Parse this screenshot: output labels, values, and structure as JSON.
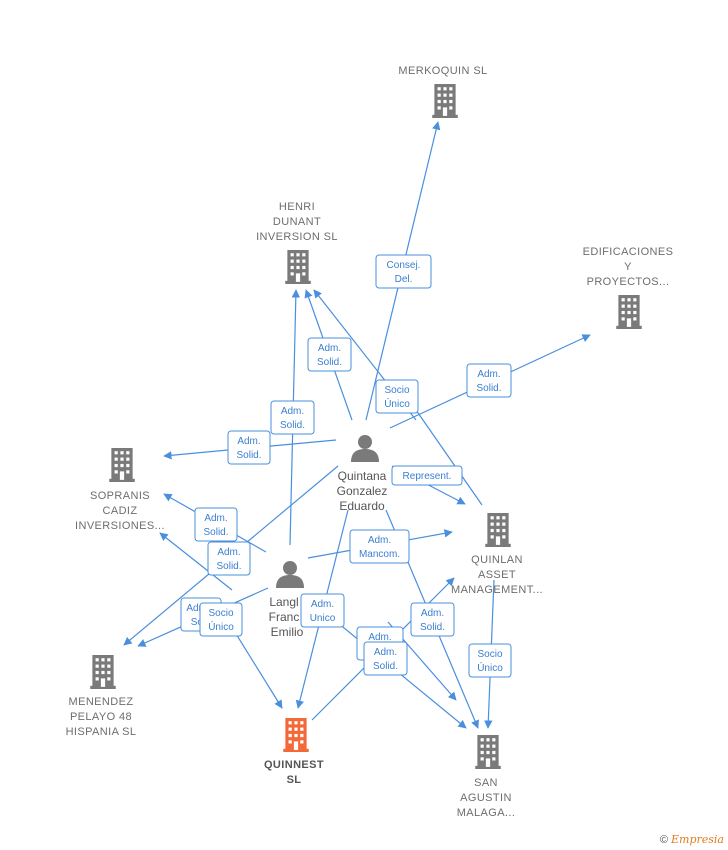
{
  "companies": {
    "merkoquin": {
      "lines": [
        "MERKOQUIN SL"
      ],
      "color": "#7a7a7a"
    },
    "henri": {
      "lines": [
        "HENRI",
        "DUNANT",
        "INVERSION  SL"
      ],
      "color": "#7a7a7a"
    },
    "edificaciones": {
      "lines": [
        "EDIFICACIONES",
        "Y",
        "PROYECTOS..."
      ],
      "color": "#7a7a7a"
    },
    "sopranis": {
      "lines": [
        "SOPRANIS",
        "CADIZ",
        "INVERSIONES..."
      ],
      "color": "#7a7a7a"
    },
    "quinlan": {
      "lines": [
        "QUINLAN",
        "ASSET",
        "MANAGEMENT..."
      ],
      "color": "#7a7a7a"
    },
    "menendez": {
      "lines": [
        "MENENDEZ",
        "PELAYO 48",
        "HISPANIA  SL"
      ],
      "color": "#7a7a7a"
    },
    "quinnest": {
      "lines": [
        "QUINNEST",
        "SL"
      ],
      "color": "#f26a3a"
    },
    "sanagustin": {
      "lines": [
        "SAN",
        "AGUSTIN",
        "MALAGA..."
      ],
      "color": "#7a7a7a"
    }
  },
  "persons": {
    "quintana": {
      "lines": [
        "Quintana",
        "Gonzalez",
        "Eduardo"
      ]
    },
    "langley": {
      "lines": [
        "Langl",
        "Franc",
        "Emilio"
      ]
    }
  },
  "edge_labels": {
    "consej": [
      "Consej.",
      "Del."
    ],
    "adm1": [
      "Adm.",
      "Solid."
    ],
    "socio1": [
      "Socio",
      "Único"
    ],
    "adm2": [
      "Adm.",
      "Solid."
    ],
    "adm3": [
      "Adm.",
      "Solid."
    ],
    "adm4": [
      "Adm.",
      "Solid."
    ],
    "represent": [
      "Represent."
    ],
    "adm5": [
      "Adm.",
      "Solid."
    ],
    "adm6": [
      "Adm.",
      "Solid."
    ],
    "admmancom1": [
      "Adm.",
      "Mancom."
    ],
    "adm7": [
      "Adm.",
      "Sol"
    ],
    "socio2": [
      "Socio",
      "Único"
    ],
    "admunico": [
      "Adm.",
      "Unico"
    ],
    "admmancom2": [
      "Adm.",
      "M"
    ],
    "adm8": [
      "Adm.",
      "Solid."
    ],
    "adm9": [
      "Adm.",
      "Solid."
    ],
    "socio3": [
      "Socio",
      "Único"
    ]
  },
  "footer": {
    "copyright": "©",
    "brand": "Empresia"
  },
  "accent_color": "#4a8fde"
}
